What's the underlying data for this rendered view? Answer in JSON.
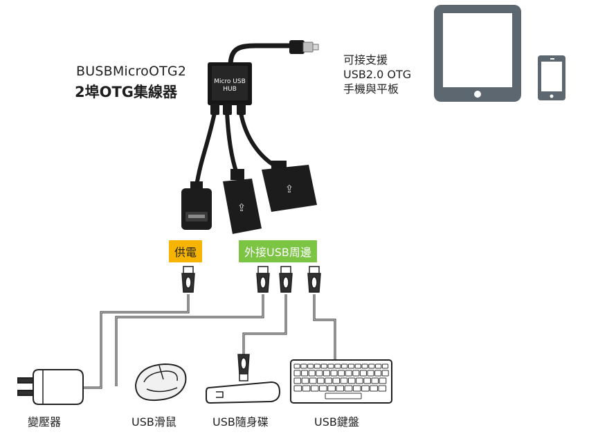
{
  "title": {
    "model": "BUSBMicroOTG2",
    "name": "2埠OTG集線器"
  },
  "hub_label": {
    "line1": "Micro USB",
    "line2": "HUB"
  },
  "support": {
    "line1": "可接支援",
    "line2": "USB2.0 OTG",
    "line3": "手機與平板"
  },
  "tags": {
    "power": "供電",
    "usb": "外接USB周邊"
  },
  "devices": {
    "adapter": "變壓器",
    "mouse": "USB滑鼠",
    "flash": "USB隨身碟",
    "keyboard": "USB鍵盤"
  },
  "colors": {
    "tablet": "#5d6770",
    "tag_power": "#f6b400",
    "tag_usb": "#7cc544",
    "cable": "#222222"
  }
}
